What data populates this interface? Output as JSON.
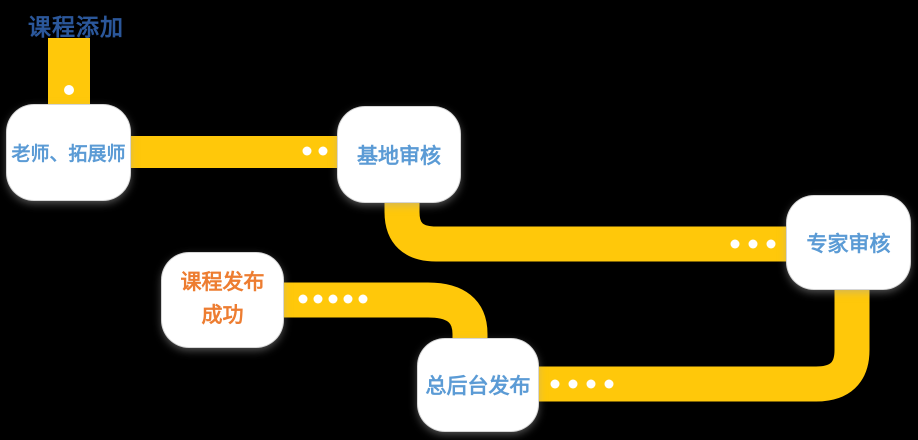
{
  "diagram": {
    "title": "课程添加",
    "type": "flowchart",
    "nodes": [
      {
        "id": "teachers",
        "label": "老师、拓展师",
        "text_color": "#5B9BD5"
      },
      {
        "id": "base-review",
        "label": "基地审核",
        "text_color": "#5B9BD5"
      },
      {
        "id": "expert-review",
        "label": "专家审核",
        "text_color": "#5B9BD5"
      },
      {
        "id": "backend-publish",
        "label": "总后台发布",
        "text_color": "#5B9BD5"
      },
      {
        "id": "publish-success",
        "label": "课程发布成功",
        "label_line1": "课程发布",
        "label_line2": "成功",
        "text_color": "#ED7D31"
      }
    ],
    "flow_order": [
      "课程添加",
      "老师、拓展师",
      "基地审核",
      "专家审核",
      "总后台发布",
      "课程发布成功"
    ],
    "connectors": [
      {
        "from": "课程添加",
        "to": "老师、拓展师",
        "dot_count": 1
      },
      {
        "from": "老师、拓展师",
        "to": "基地审核",
        "dot_count": 2
      },
      {
        "from": "基地审核",
        "to": "专家审核",
        "dot_count": 3
      },
      {
        "from": "专家审核",
        "to": "总后台发布",
        "dot_count": 4
      },
      {
        "from": "总后台发布",
        "to": "课程发布成功",
        "dot_count": 5
      }
    ],
    "colors": {
      "background": "#000000",
      "connector": "#FFC80A",
      "dot": "#FFFFFF",
      "node_fill": "#FFFFFF",
      "title_color": "#2B579A",
      "node_text_blue": "#5B9BD5",
      "node_text_orange": "#ED7D31"
    }
  }
}
